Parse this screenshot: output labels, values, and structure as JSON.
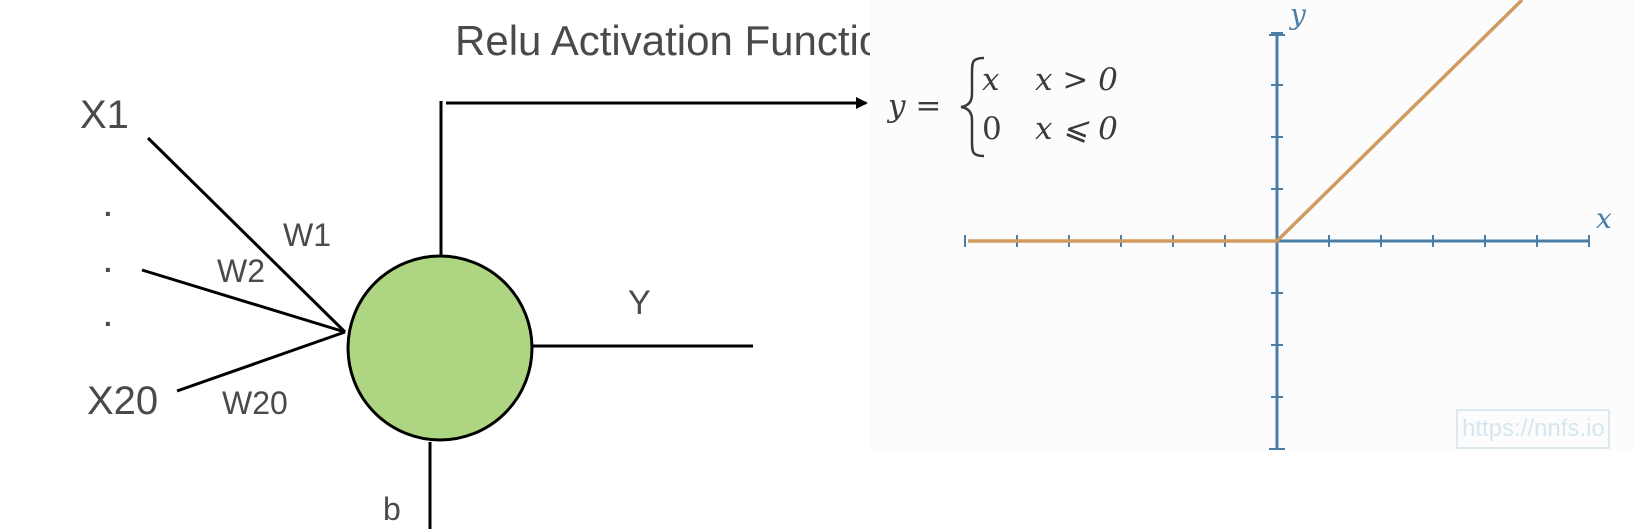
{
  "neuron": {
    "inputs": [
      "X1",
      "X20"
    ],
    "ellipsis": [
      ".",
      ".",
      "."
    ],
    "weights": [
      "W1",
      "W2",
      "W20"
    ],
    "output_label": "Y",
    "bias_label": "b",
    "node_color": "#aed581",
    "line_color": "#000000"
  },
  "relu": {
    "title": "Relu Activation Function",
    "formula": {
      "lhs": "y =",
      "case1_value": "x",
      "case1_condition": "x > 0",
      "case2_value": "0",
      "case2_condition": "x ⩽ 0"
    },
    "x_axis_label": "x",
    "y_axis_label": "y",
    "axis_color": "#4a7ea6",
    "curve_color": "#d19a5e",
    "watermark": "https://nnfs.io"
  }
}
